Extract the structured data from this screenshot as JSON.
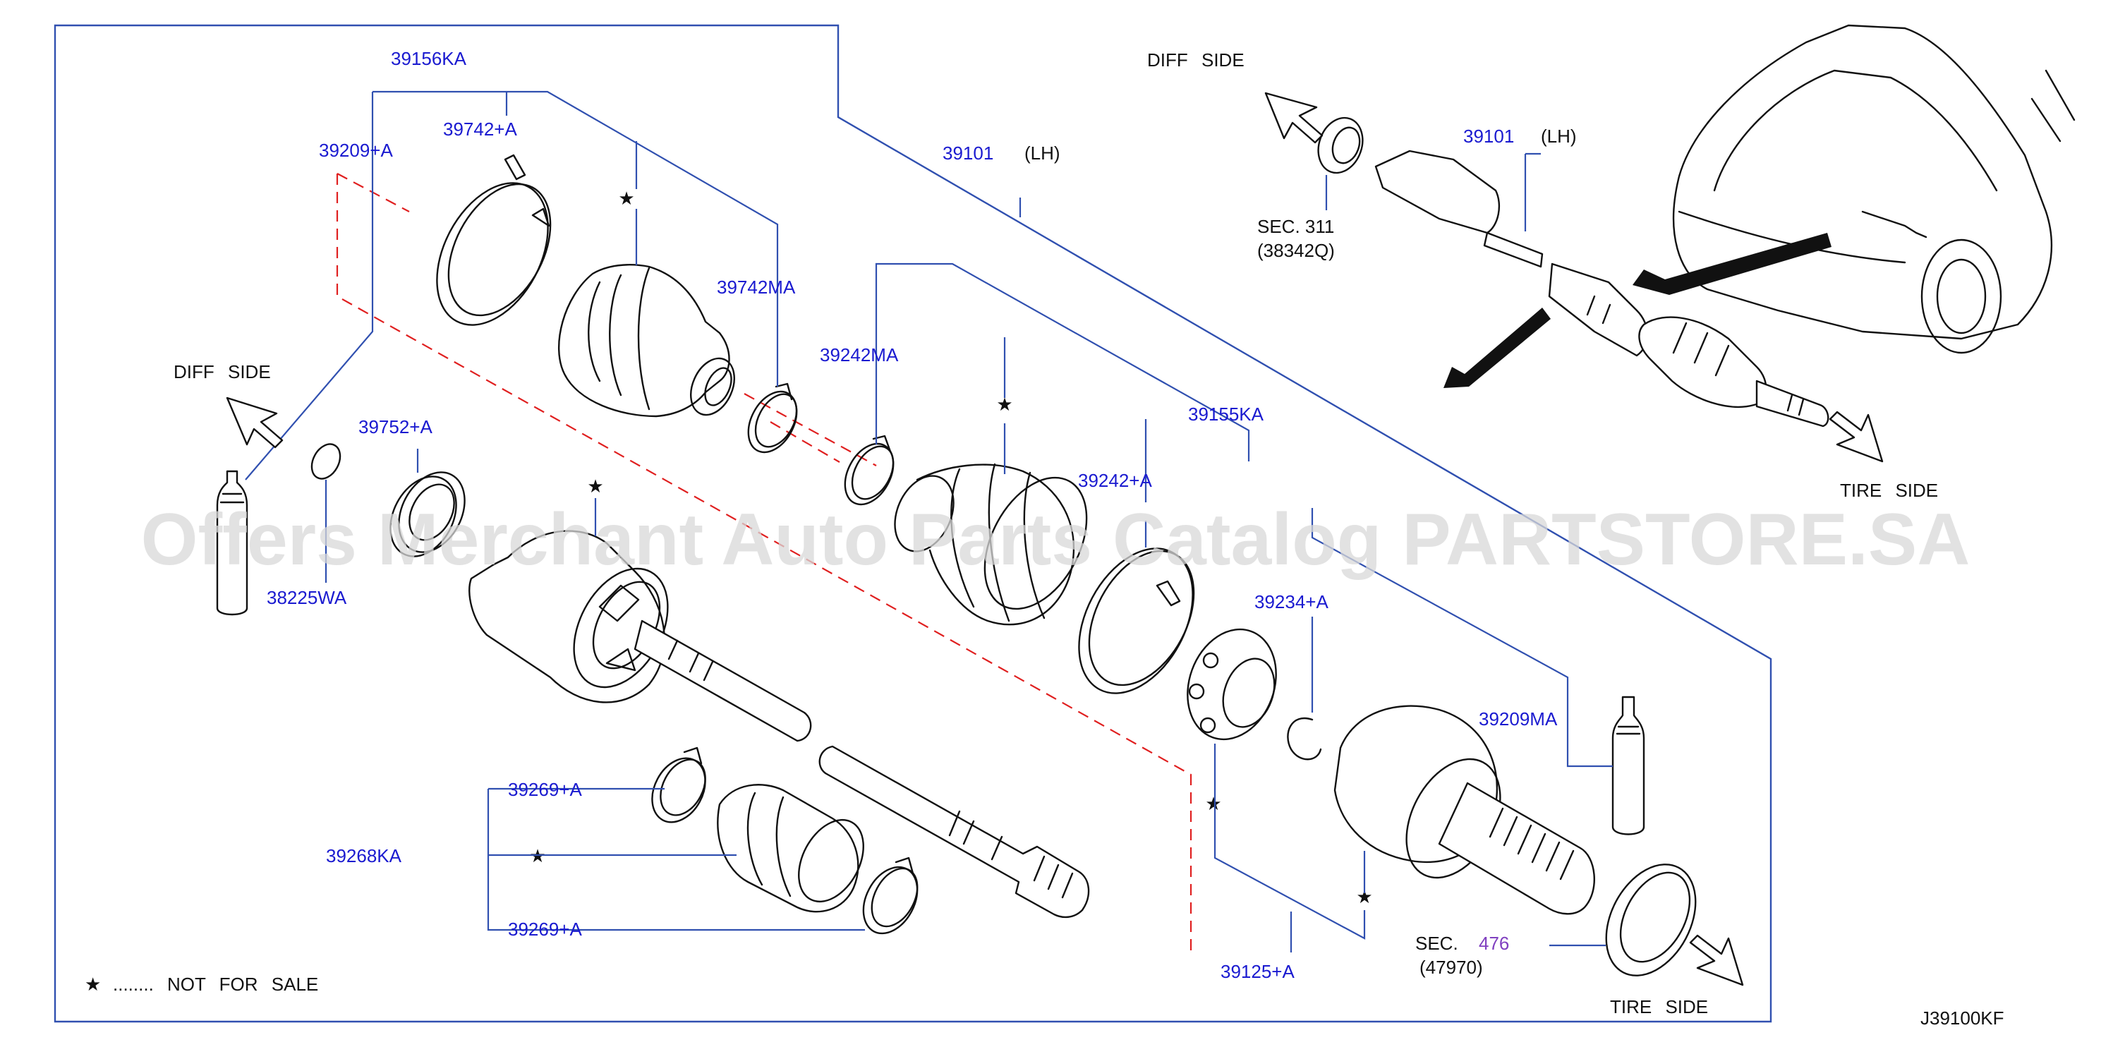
{
  "labels": {
    "p39156KA": "39156KA",
    "p39742A": "39742+A",
    "p39209A": "39209+A",
    "p39101": "39101",
    "lh": "(LH)",
    "p39742MA": "39742MA",
    "p39242MA": "39242MA",
    "p39155KA": "39155KA",
    "p39752A": "39752+A",
    "p39242A": "39242+A",
    "p38225WA": "38225WA",
    "p39234A": "39234+A",
    "p39209MA": "39209MA",
    "p39269A_top": "39269+A",
    "p39268KA": "39268KA",
    "p39269A_bottom": "39269+A",
    "p39125A": "39125+A",
    "inset_39101": "39101",
    "inset_lh": "(LH)",
    "sec311": "SEC. 311",
    "code38342Q": "(38342Q)",
    "sec_word": "SEC.",
    "sec476": "476",
    "code47970": "(47970)"
  },
  "directions": {
    "diff_side_main": "DIFF SIDE",
    "diff_side_inset": "DIFF SIDE",
    "tire_side_main": "TIRE SIDE",
    "tire_side_inset": "TIRE SIDE"
  },
  "legend": {
    "star": "★",
    "text": "........ NOT FOR SALE"
  },
  "diagram_id": "J39100KF",
  "watermark": "Offers Merchant Auto Parts Catalog PARTSTORE.SA",
  "colors": {
    "part_number": "#1a1ad0",
    "leader_line": "#3050b0",
    "dashed_line": "#e02020",
    "sec_476": "#8040c0"
  }
}
